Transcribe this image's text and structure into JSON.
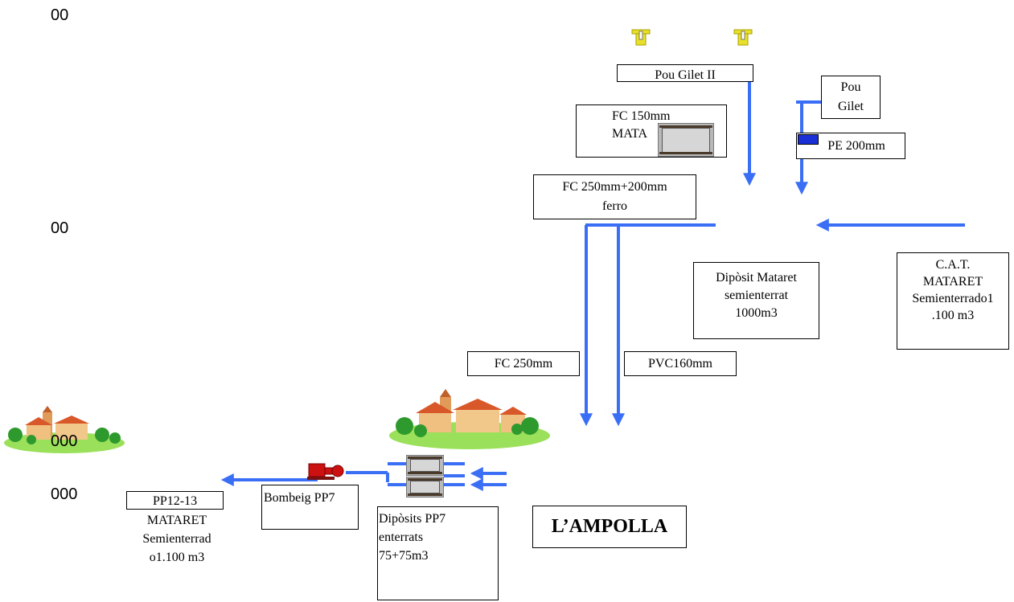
{
  "axis_labels": [
    "00",
    "00",
    "000"
  ],
  "labels": {
    "pou_gilet_ii": "Pou Gilet II",
    "pou_gilet": "Pou\nGilet",
    "fc150": "FC 150mm\nMATA",
    "pe200": "PE 200mm",
    "fc250_200": "FC 250mm+200mm\nferro",
    "diposit_mataret": "Dipòsit Mataret\nsemienterrat\n1000m3",
    "cat_mataret": "C.A.T.\nMATARET\nSemienterrado1\n.100 m3",
    "fc250": "FC 250mm",
    "pvc160": "PVC160mm",
    "pp12_13": "PP12-13",
    "pp12_13_detail": "MATARET\nSemienterrad\no1.100 m3",
    "bombeig": "Bombeig PP7",
    "diposits_pp7": "Dipòsits PP7\nenterrats\n75+75m3",
    "ampolla": "L’AMPOLLA",
    "village_small_label": "000"
  },
  "colors": {
    "pipe": "#3a6ef5",
    "well": "#e8e02a",
    "pump": "#cc1111",
    "grass": "#9be05a"
  },
  "icons": [
    "well-icon",
    "water-tank-icon",
    "pump-icon",
    "village-icon",
    "valve-icon"
  ]
}
